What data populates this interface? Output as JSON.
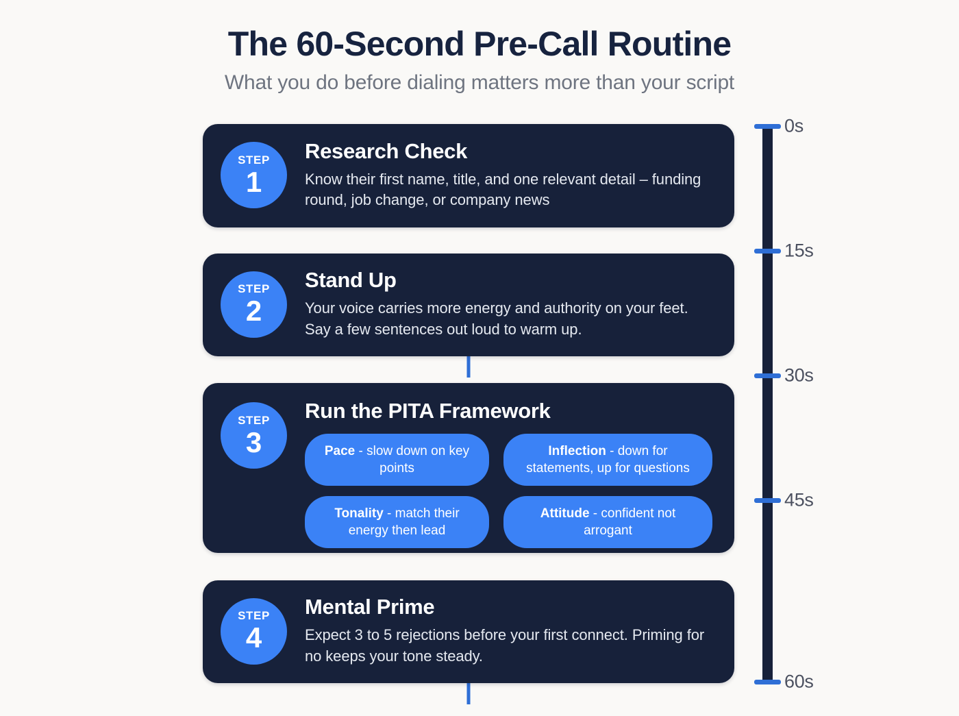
{
  "header": {
    "title": "The 60-Second Pre-Call Routine",
    "subtitle": "What you do before dialing matters more than your script"
  },
  "theme": {
    "background": "#faf9f7",
    "card_background": "#17213a",
    "accent_blue": "#3b82f6",
    "connector_blue": "#2f6fd6",
    "title_color": "#17233f",
    "subtitle_color": "#6e7480",
    "card_text_color": "#e5e9f0"
  },
  "steps": [
    {
      "badge_word": "STEP",
      "badge_number": "1",
      "title": "Research Check",
      "description": "Know their first name, title, and one relevant detail – funding round, job change, or company news"
    },
    {
      "badge_word": "STEP",
      "badge_number": "2",
      "title": "Stand Up",
      "description": "Your voice carries more energy and authority on your feet. Say a few sentences out loud to warm up."
    },
    {
      "badge_word": "STEP",
      "badge_number": "3",
      "title": "Run the PITA Framework",
      "pills": [
        {
          "term": "Pace",
          "text": " - slow down on key points"
        },
        {
          "term": "Inflection",
          "text": " - down for statements, up for questions"
        },
        {
          "term": "Tonality",
          "text": " - match their energy then lead"
        },
        {
          "term": "Attitude",
          "text": " - confident not arrogant"
        }
      ]
    },
    {
      "badge_word": "STEP",
      "badge_number": "4",
      "title": "Mental Prime",
      "description": "Expect 3 to 5 rejections before your first connect. Priming for no keeps your tone steady."
    }
  ],
  "timeline": {
    "ticks": [
      {
        "label": "0s",
        "position_pct": 0
      },
      {
        "label": "15s",
        "position_pct": 22.2
      },
      {
        "label": "30s",
        "position_pct": 44.5
      },
      {
        "label": "45s",
        "position_pct": 66.7
      },
      {
        "label": "60s",
        "position_pct": 100
      }
    ]
  }
}
